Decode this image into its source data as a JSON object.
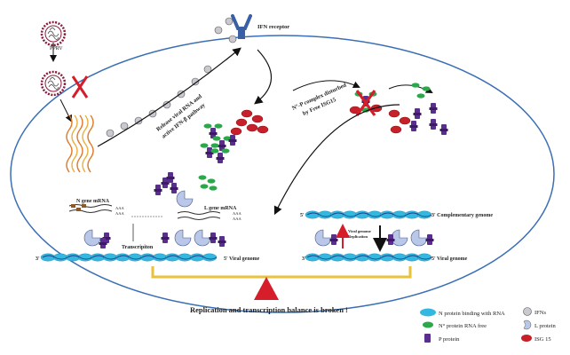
{
  "colors": {
    "cell_border": "#3b6fb5",
    "n_protein": "#35b8e0",
    "n0_protein": "#2aa84a",
    "p_protein": "#5a2e8c",
    "l_protein": "#b9c7e8",
    "isg15": "#c8202a",
    "ifn": "#c9c9cf",
    "balance": "#e8c23a",
    "fulcrum": "#d51e2a",
    "virus": "#8b1a3a"
  },
  "icons": {
    "virus": "virus-particle-icon",
    "block": "red-x-icon",
    "receptor": "ifn-receptor-icon"
  },
  "labels": {
    "pprv": "PPRV",
    "ifn_receptor": "IFN receptor",
    "release_line1": "Release viral RNA and",
    "release_line2": "active IFN-β pathway",
    "complex_line1": "N°-P complex disturbed",
    "complex_line2": "by Free ISG15",
    "n_gene_mrna": "N gene mRNA",
    "l_gene_mrna": "L gene mRNA",
    "aaa": "AAA",
    "transcription": "Transcripiton",
    "viral_genome": "Viral genome",
    "viral_genome_5": "5' Viral genome",
    "complementary_genome": "3' Complementary genome",
    "prime_3": "3'",
    "prime_5": "5'",
    "replication_line1": "Viral genome",
    "replication_line2": "Replication",
    "balance_text": "Replication and transcription balance is broken !"
  },
  "legend": [
    {
      "label": "N protein binding with RNA",
      "icon": "n-protein-icon"
    },
    {
      "label": "IFNs",
      "icon": "ifn-icon"
    },
    {
      "label": "N° protein RNA free",
      "icon": "n0-protein-icon"
    },
    {
      "label": "L protein",
      "icon": "l-protein-icon"
    },
    {
      "label": "P protein",
      "icon": "p-protein-icon"
    },
    {
      "label": "ISG 15",
      "icon": "isg15-icon"
    }
  ]
}
